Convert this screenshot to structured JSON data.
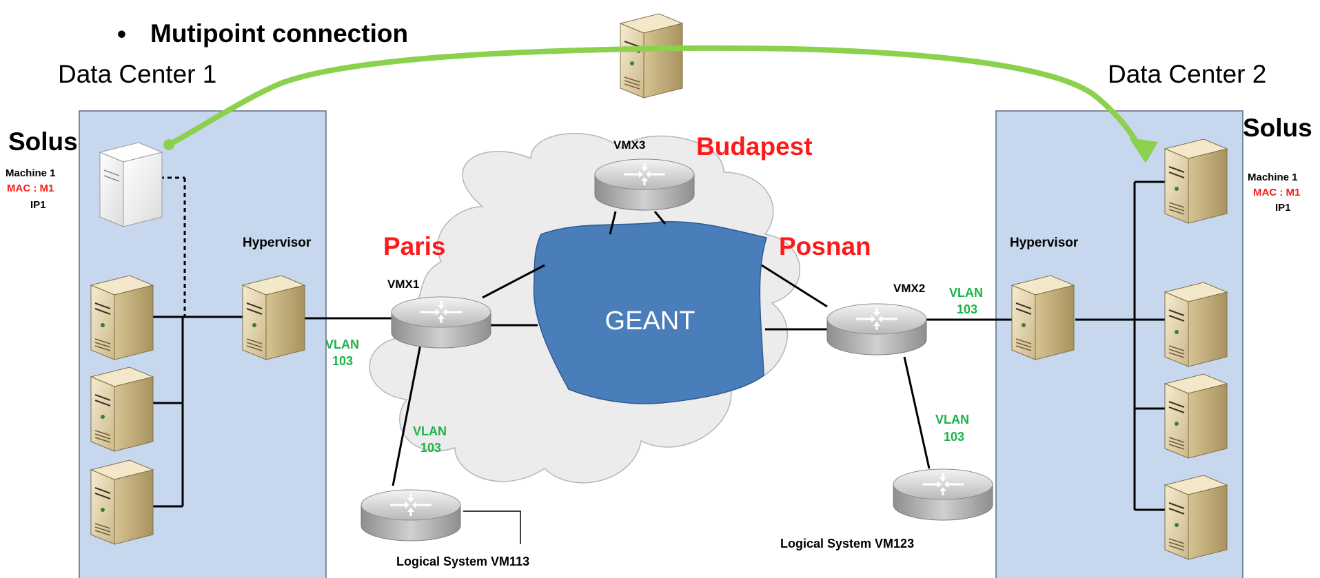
{
  "bullet": {
    "symbol": "•",
    "text": "Mutipoint connection"
  },
  "data_center_1": {
    "title": "Data Center 1",
    "solus": "Solus",
    "machine": {
      "name": "Machine 1",
      "mac": "MAC : M1",
      "ip": "IP1"
    },
    "hypervisor": "Hypervisor"
  },
  "data_center_2": {
    "title": "Data Center 2",
    "solus": "Solus",
    "machine": {
      "name": "Machine 1",
      "mac": "MAC : M1",
      "ip": "IP1"
    },
    "hypervisor": "Hypervisor"
  },
  "network": {
    "cloud_label": "GEANT",
    "sites": {
      "paris": "Paris",
      "budapest": "Budapest",
      "posnan": "Posnan"
    },
    "routers": {
      "vmx1": "VMX1",
      "vmx2": "VMX2",
      "vmx3": "VMX3"
    },
    "vlan": {
      "word": "VLAN",
      "id": "103"
    },
    "logical_systems": {
      "vm113": "Logical  System VM113",
      "vm123": "Logical  System VM123"
    }
  },
  "colors": {
    "datacenter_fill": "#c6d7ee",
    "cloud_fill": "#4a7eba",
    "arrow": "#8cd14d",
    "city_label": "#ff1a1a",
    "vlan_label": "#19b34a",
    "server_body": "#eadcb4"
  }
}
